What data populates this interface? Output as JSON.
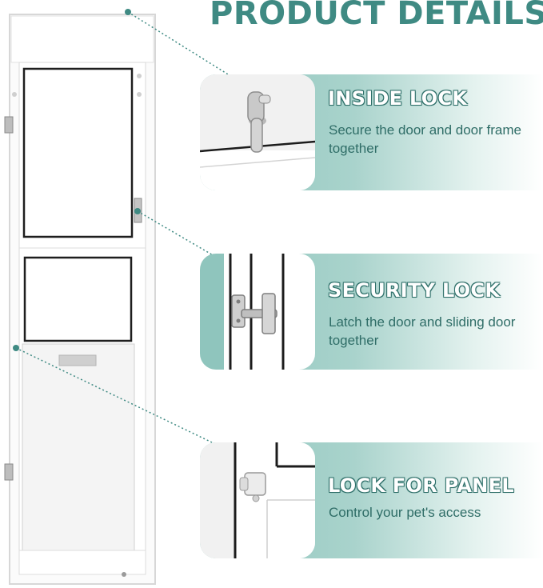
{
  "title": "PRODUCT DETAILS",
  "colors": {
    "accent": "#3f8a83",
    "card_gradient_start": "#8fc5bd",
    "card_text": "#2f6d67",
    "door_frame": "#ffffff",
    "connector": "#3f8a83"
  },
  "features": [
    {
      "heading": "INSIDE LOCK",
      "description": "Secure the door and door frame together",
      "icon": "inside-lock-photo"
    },
    {
      "heading": "SECURITY LOCK",
      "description": "Latch the door and sliding door together",
      "icon": "security-lock-photo"
    },
    {
      "heading": "LOCK FOR PANEL",
      "description": "Control your pet's access",
      "icon": "panel-lock-photo"
    }
  ]
}
